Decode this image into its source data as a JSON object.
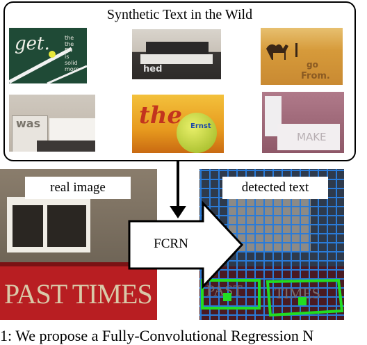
{
  "panel_title": "Synthetic Text in the Wild",
  "thumbnails": [
    {
      "word": "get.",
      "lines": [
        "the",
        "the",
        "BX",
        "is",
        "solid",
        "more"
      ]
    },
    {
      "word": "hed",
      "lines": []
    },
    {
      "word": "go",
      "lines": [
        "From."
      ]
    },
    {
      "word": "was",
      "lines": []
    },
    {
      "word": "the",
      "lines": [
        "Ernst"
      ]
    },
    {
      "word": "MAKE",
      "lines": []
    }
  ],
  "real_image_label": "real image",
  "sign_text": "PAST TIMES",
  "detected_label": "detected text",
  "detected_sign_text": [
    "PAST",
    "TIMES"
  ],
  "model_label": "FCRN",
  "caption_fragment": "1: We propose a Fully-Convolutional Regression N",
  "colors": {
    "detection_box": "#22dd22",
    "grid": "#2a7bd8",
    "sign_red": "#b81e22",
    "sign_text": "#d9c9a8"
  }
}
